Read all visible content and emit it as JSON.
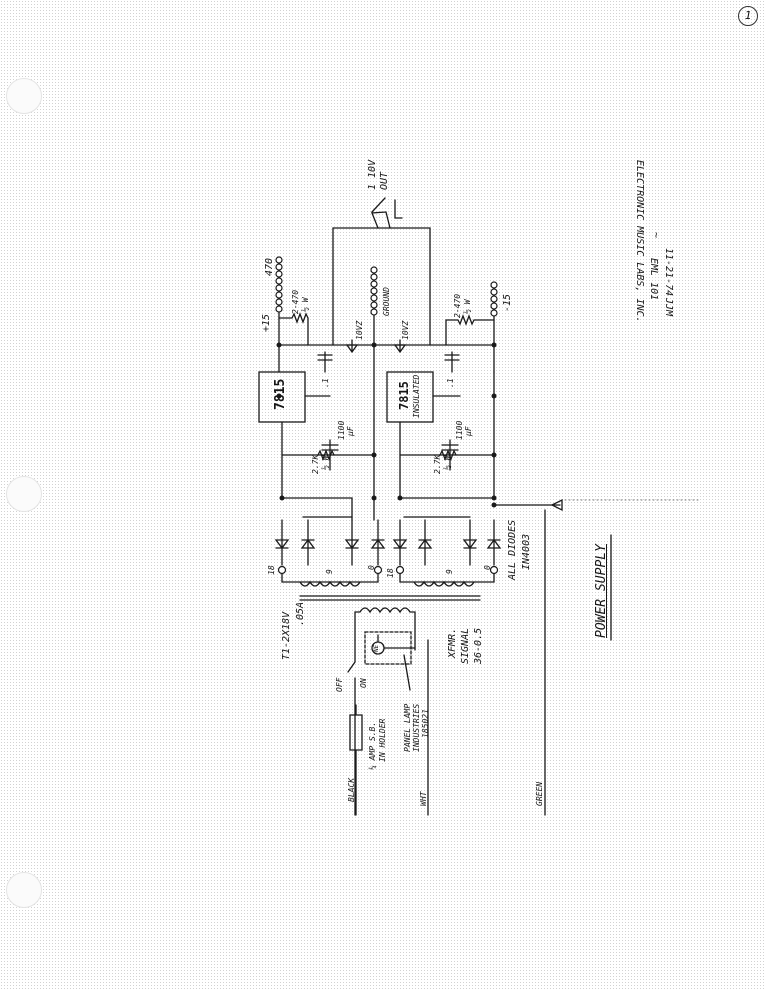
{
  "page": {
    "number": "1"
  },
  "title_block": {
    "company": "ELECTRONIC MUSIC LABS, INC.",
    "model": "EML 101",
    "tilde": "~",
    "initials": "JJM",
    "date": "11-21-74"
  },
  "caption": "POWER SUPPLY",
  "rails": {
    "pos": "+15",
    "neg": "-15",
    "ground": "GROUND",
    "pos_resistor": "2-470",
    "pos_resistor_w": "½ W",
    "neg_resistor": "2-470",
    "neg_resistor_w": "½ W",
    "pos_470": "470",
    "zener_pos": "10VZ",
    "zener_neg": "10VZ",
    "out_jack": "1 10V",
    "out_label": "OUT"
  },
  "regulators": {
    "pos": "7815",
    "neg": "7815",
    "neg_note": "INSULATED"
  },
  "filters": {
    "cap_pos_out": ".1",
    "cap_neg_out": ".1",
    "pos_r": "2.7K",
    "pos_r_w": "½ W",
    "pos_c": "1100",
    "pos_c_unit": "µF",
    "neg_r": "2.7K",
    "neg_r_w": "½ W",
    "neg_c": "1100",
    "neg_c_unit": "µF"
  },
  "transformer": {
    "tap_left_18": "18",
    "tap_left_9": "9",
    "tap_left_0": "0",
    "tap_right_18": "18",
    "tap_right_9": "9",
    "tap_right_0": "0",
    "part_1": "T1-2X18V",
    "part_2": ".05A",
    "xfmr_1": "XFMR.",
    "xfmr_2": "SIGNAL",
    "xfmr_3": "36-0.5"
  },
  "diodes": {
    "line1": "ALL DIODES",
    "line2": "IN4003"
  },
  "primary": {
    "off": "OFF",
    "on": "ON",
    "fuse_1": "¼ AMP S.B.",
    "fuse_2": "IN HOLDER",
    "lamp_1": "PANEL LAMP",
    "lamp_2": "INDUSTRIES",
    "lamp_3": "185021",
    "lamp_symbol": "NE",
    "black": "BLACK",
    "white": "WHT",
    "green": "GREEN"
  }
}
